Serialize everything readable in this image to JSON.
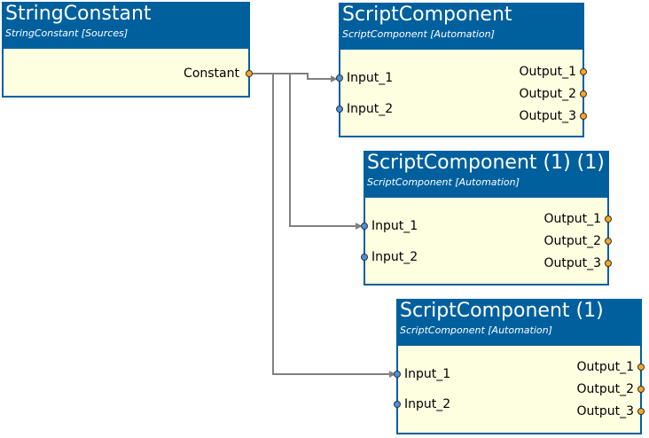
{
  "colors": {
    "header": "#00609e",
    "body": "#fefee1",
    "connector": "#808080",
    "input_port": "#4a90e2",
    "output_port": "#f5a623"
  },
  "nodes": {
    "string_constant": {
      "title": "StringConstant",
      "subtitle": "StringConstant [Sources]",
      "output": "Constant"
    },
    "script_component": {
      "title": "ScriptComponent",
      "subtitle": "ScriptComponent [Automation]",
      "inputs": [
        "Input_1",
        "Input_2"
      ],
      "outputs": [
        "Output_1",
        "Output_2",
        "Output_3"
      ]
    },
    "script_component_1_1": {
      "title": "ScriptComponent (1) (1)",
      "subtitle": "ScriptComponent [Automation]",
      "inputs": [
        "Input_1",
        "Input_2"
      ],
      "outputs": [
        "Output_1",
        "Output_2",
        "Output_3"
      ]
    },
    "script_component_1": {
      "title": "ScriptComponent (1)",
      "subtitle": "ScriptComponent [Automation]",
      "inputs": [
        "Input_1",
        "Input_2"
      ],
      "outputs": [
        "Output_1",
        "Output_2",
        "Output_3"
      ]
    }
  }
}
